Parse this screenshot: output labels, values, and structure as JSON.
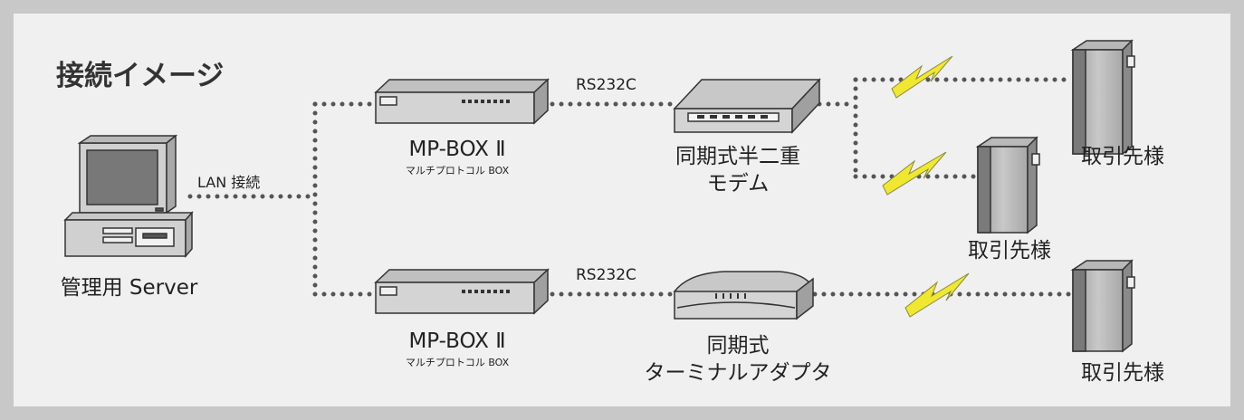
{
  "title": "接続イメージ",
  "lan_label": "LAN 接続",
  "server": {
    "label": "管理用 Server"
  },
  "mpbox_upper": {
    "label": "MP-BOX Ⅱ",
    "sublabel": "マルチプロトコル BOX"
  },
  "mpbox_lower": {
    "label": "MP-BOX Ⅱ",
    "sublabel": "マルチプロトコル BOX"
  },
  "rs_upper": "RS232C",
  "rs_lower": "RS232C",
  "modem": {
    "label_line1": "同期式半二重",
    "label_line2": "モデム"
  },
  "ta": {
    "label_line1": "同期式",
    "label_line2": "ターミナルアダプタ"
  },
  "client_1": {
    "label": "取引先様"
  },
  "client_2": {
    "label": "取引先様"
  },
  "client_3": {
    "label": "取引先様"
  },
  "colors": {
    "frame": "#c8c8c8",
    "panel": "#f0f0f0",
    "line": "#555555",
    "lightning": "#f0e830",
    "device": "#d4d4d4"
  }
}
